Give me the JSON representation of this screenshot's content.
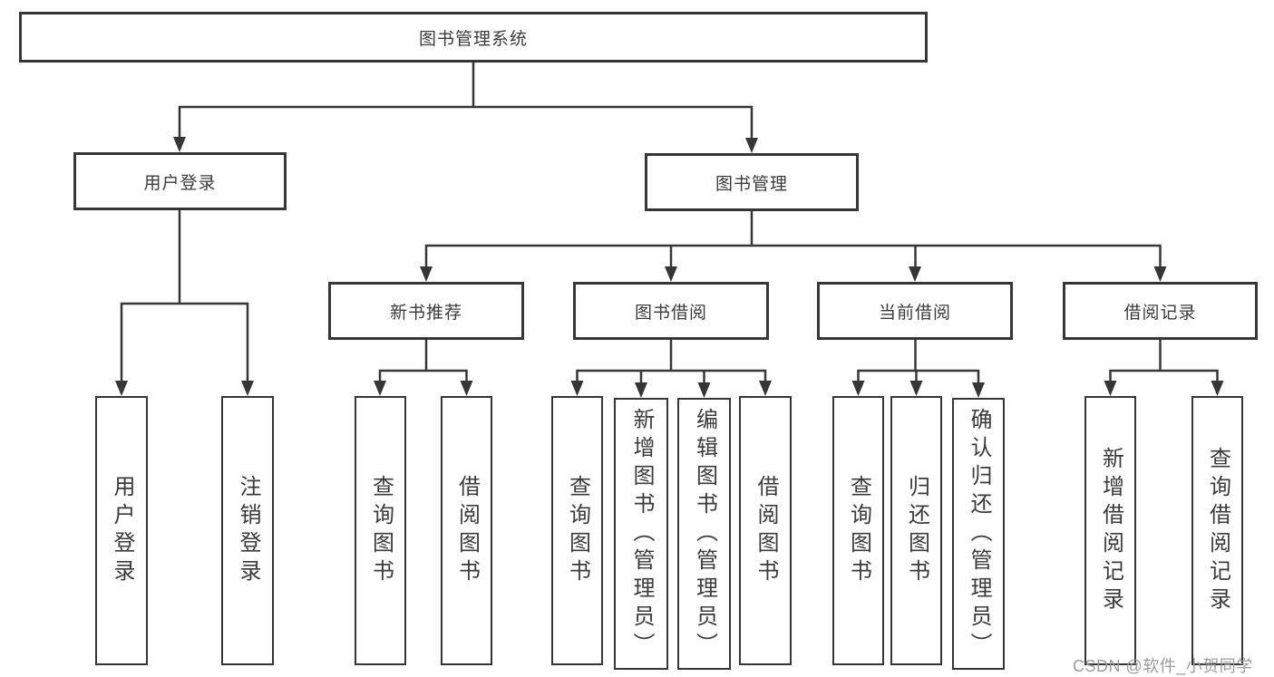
{
  "colors": {
    "line": "#363636",
    "box_border": "#363636",
    "text": "#3b3b3b",
    "watermark": "#9b9b9b",
    "background": "#ffffff"
  },
  "tree": {
    "root": {
      "label": "图书管理系统",
      "children": [
        {
          "label": "用户登录",
          "children": [
            {
              "label": "用户登录"
            },
            {
              "label": "注销登录"
            }
          ]
        },
        {
          "label": "图书管理",
          "children": [
            {
              "label": "新书推荐",
              "children": [
                {
                  "label": "查询图书"
                },
                {
                  "label": "借阅图书"
                }
              ]
            },
            {
              "label": "图书借阅",
              "children": [
                {
                  "label": "查询图书"
                },
                {
                  "label": "新增图书（管理员）"
                },
                {
                  "label": "编辑图书（管理员）"
                },
                {
                  "label": "借阅图书"
                }
              ]
            },
            {
              "label": "当前借阅",
              "children": [
                {
                  "label": "查询图书"
                },
                {
                  "label": "归还图书"
                },
                {
                  "label": "确认归还（管理员）"
                }
              ]
            },
            {
              "label": "借阅记录",
              "children": [
                {
                  "label": "新增借阅记录"
                },
                {
                  "label": "查询借阅记录"
                }
              ]
            }
          ]
        }
      ]
    }
  },
  "watermark": {
    "text": "CSDN @软件_小贺同学"
  }
}
